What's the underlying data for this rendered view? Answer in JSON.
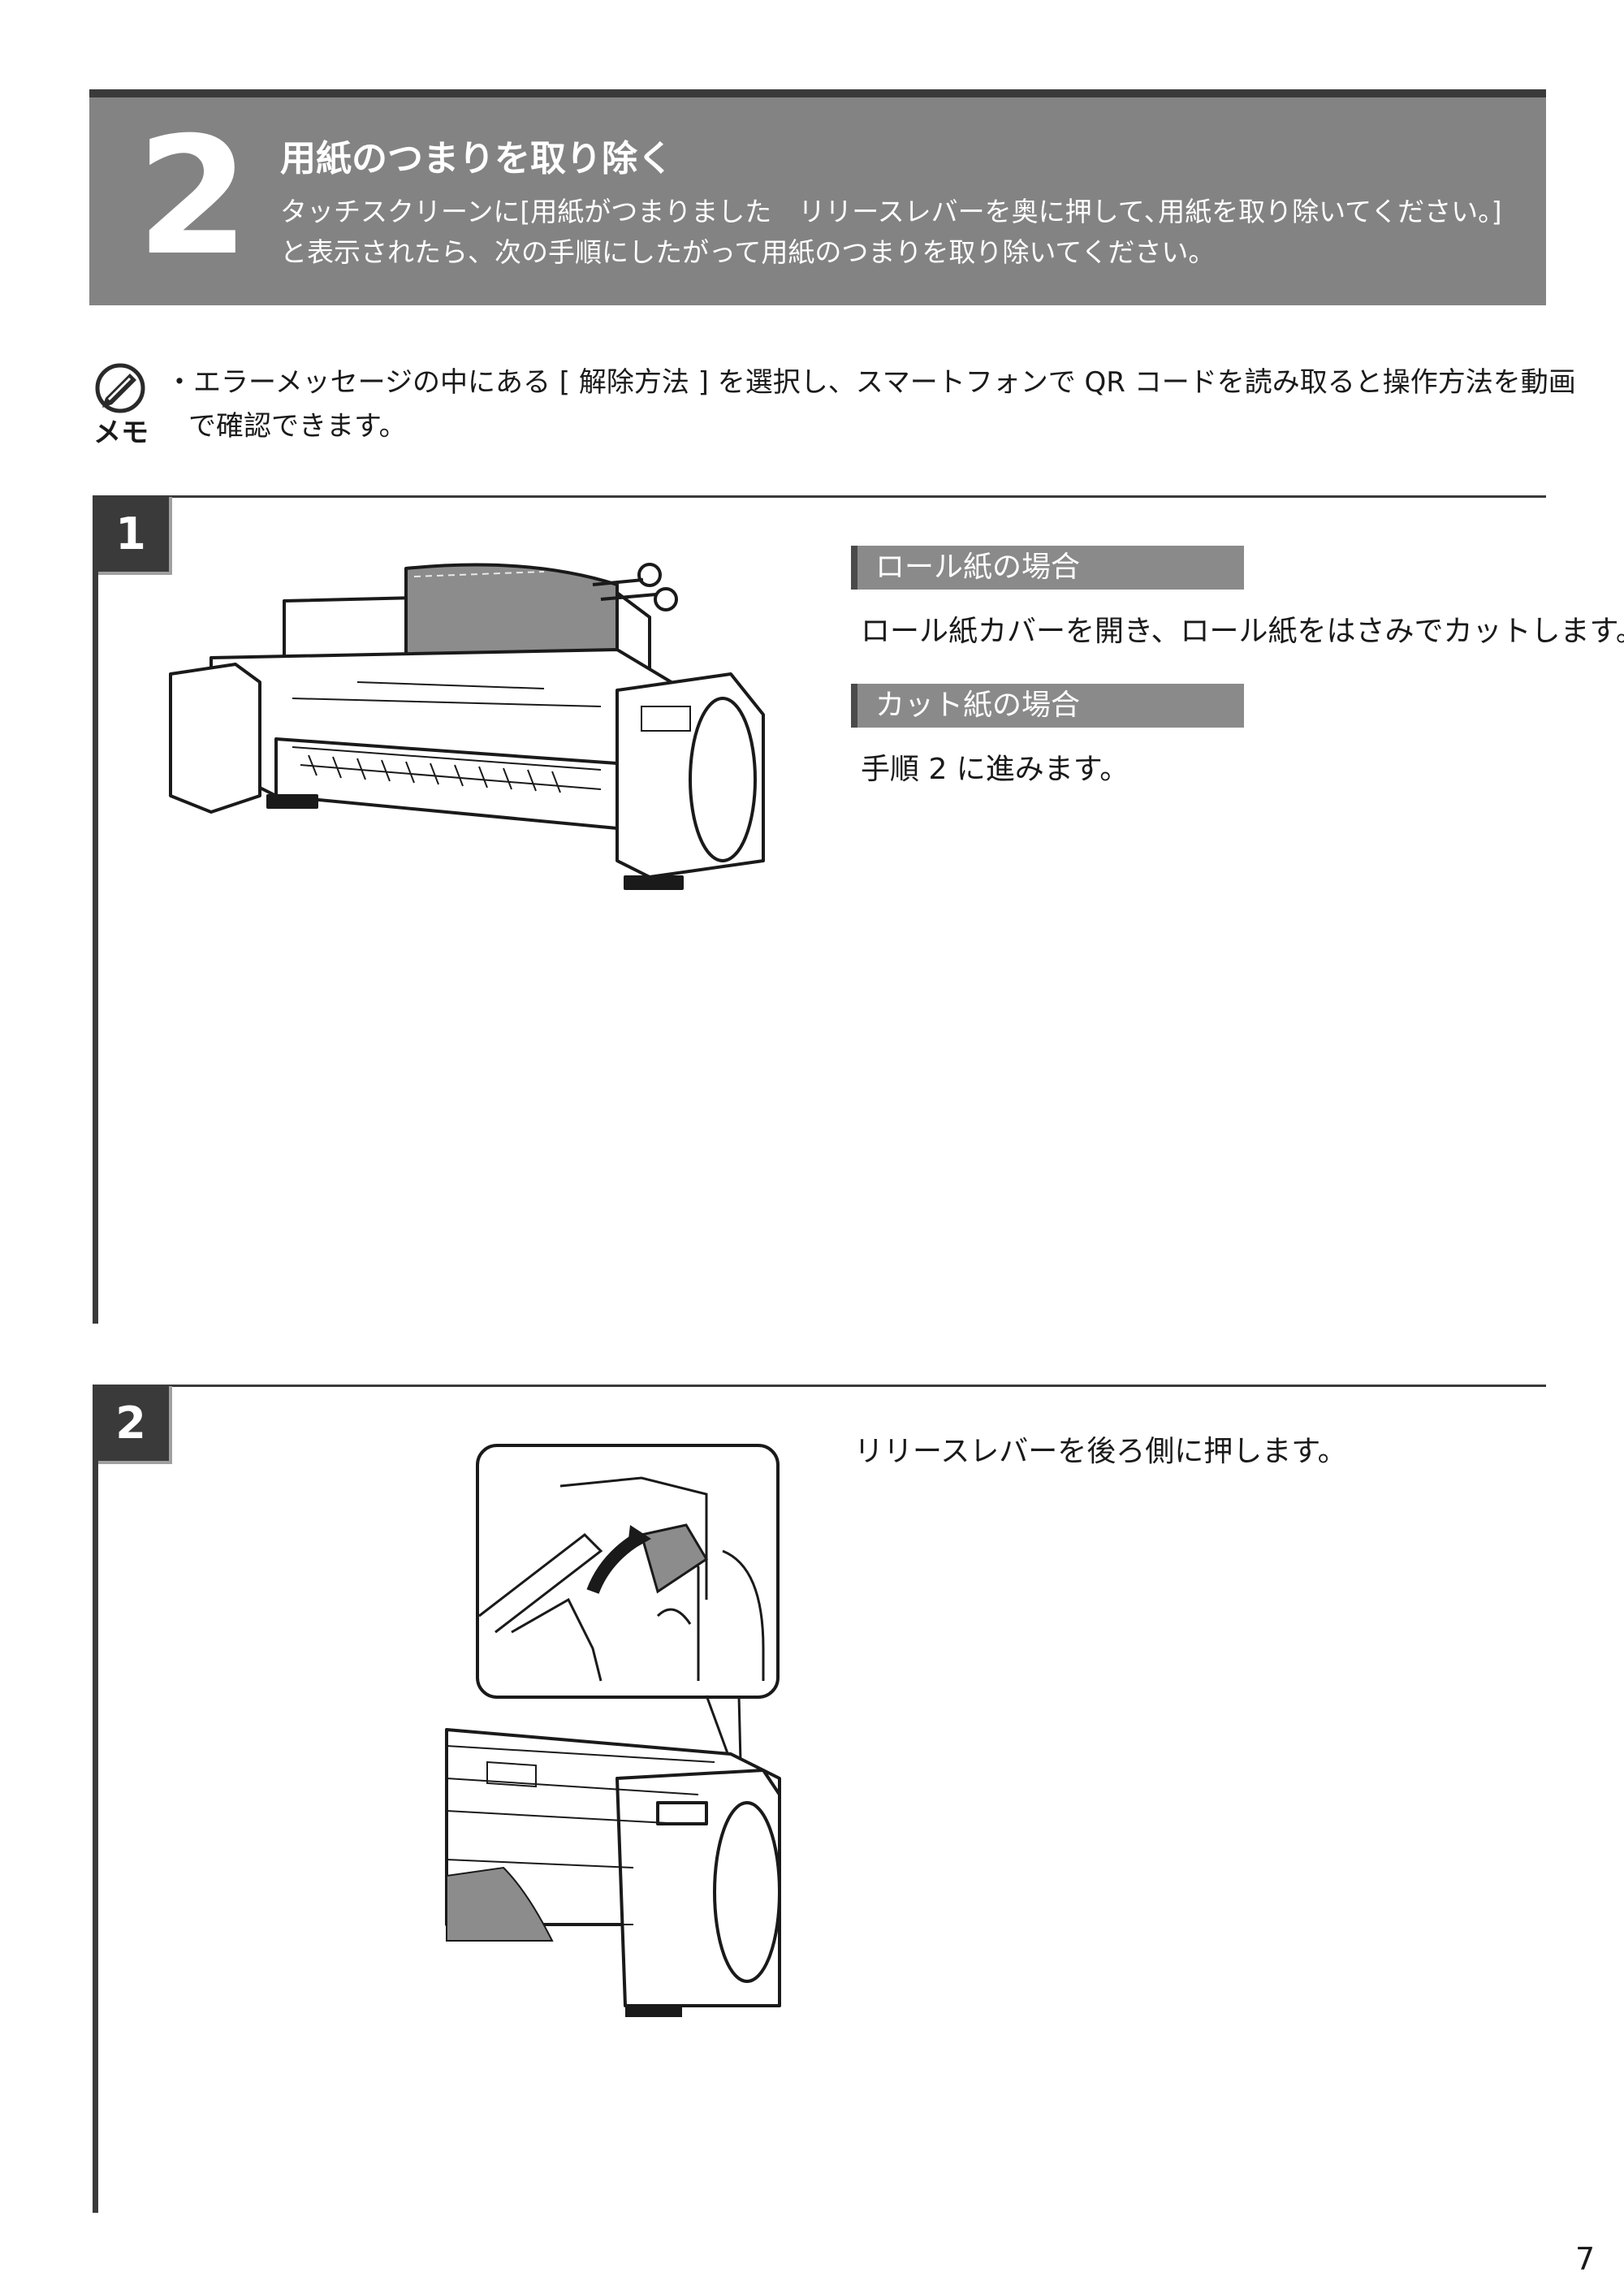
{
  "header": {
    "step_number": "2",
    "title": "用紙のつまりを取り除く",
    "desc_line1": "タッチスクリーンに[用紙がつまりました　リリースレバーを奥に押して､用紙を取り除いてください。]",
    "desc_line2": "と表示されたら、次の手順にしたがって用紙のつまりを取り除いてください。"
  },
  "memo": {
    "icon_label": "メモ",
    "line1": "・エラーメッセージの中にある [ 解除方法 ] を選択し、スマートフォンで QR コードを読み取ると操作方法を動画",
    "line2": "で確認できます。"
  },
  "step1": {
    "number": "1",
    "roll_heading": "ロール紙の場合",
    "roll_text": "ロール紙カバーを開き、ロール紙をはさみでカットします。",
    "cut_heading": "カット紙の場合",
    "cut_text": "手順 2 に進みます。"
  },
  "step2": {
    "number": "2",
    "text": "リリースレバーを後ろ側に押します。"
  },
  "footer": {
    "page_number": "7"
  },
  "colors": {
    "banner": "#838383",
    "dark": "#3a3a3a",
    "subhead": "#8a8a8a",
    "paper_gray": "#8c8c8c"
  }
}
